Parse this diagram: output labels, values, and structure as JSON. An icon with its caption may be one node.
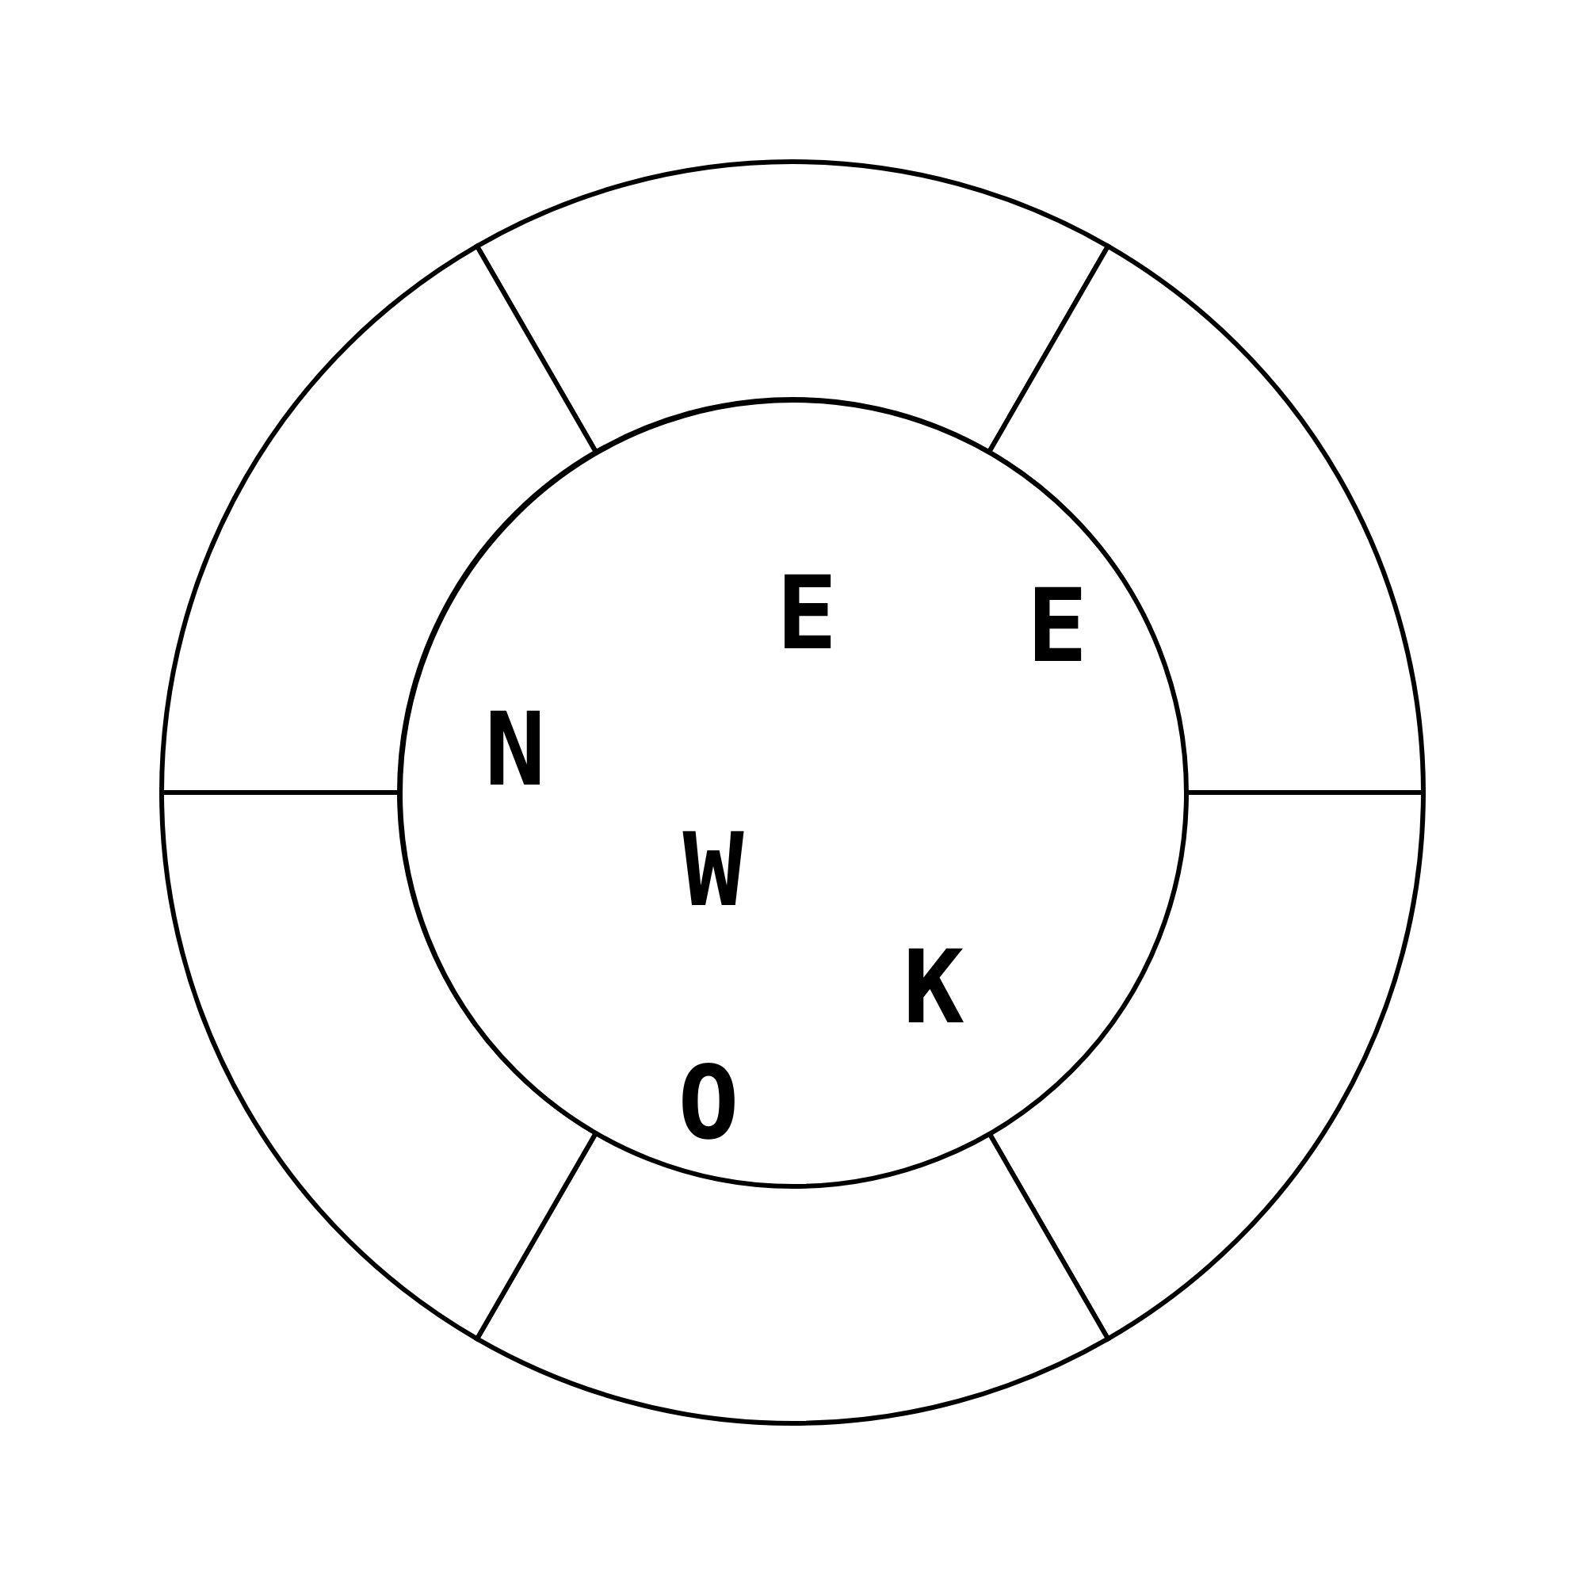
{
  "diagram": {
    "nodes": [
      {
        "text": [
          "E",
          "E",
          "N",
          "W",
          "K",
          "O"
        ]
      },
      {
        "text": [],
        "shape": "segment"
      },
      {
        "text": [],
        "shape": "segment"
      },
      {
        "text": [],
        "shape": "segment"
      },
      {
        "text": [],
        "shape": "segment"
      },
      {
        "text": [],
        "shape": "segment"
      },
      {
        "text": [],
        "shape": "segment"
      }
    ]
  }
}
